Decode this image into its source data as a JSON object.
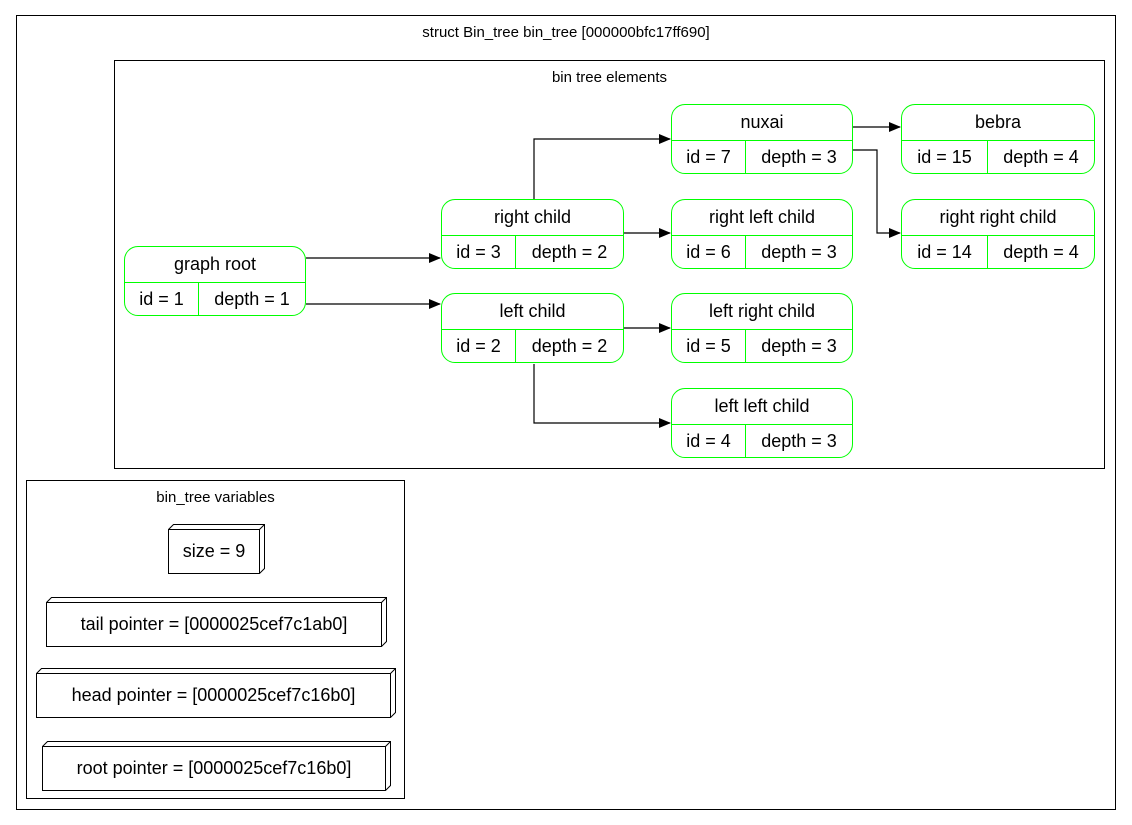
{
  "outer_title": "struct Bin_tree bin_tree [000000bfc17ff690]",
  "elements_title": "bin tree elements",
  "variables_title": "bin_tree variables",
  "nodes": {
    "root": {
      "name": "graph root",
      "id": "id = 1",
      "depth": "depth = 1"
    },
    "right": {
      "name": "right child",
      "id": "id = 3",
      "depth": "depth = 2"
    },
    "left": {
      "name": "left child",
      "id": "id = 2",
      "depth": "depth = 2"
    },
    "nuxai": {
      "name": "nuxai",
      "id": "id = 7",
      "depth": "depth = 3"
    },
    "right_left": {
      "name": "right left child",
      "id": "id = 6",
      "depth": "depth = 3"
    },
    "left_right": {
      "name": "left right child",
      "id": "id = 5",
      "depth": "depth = 3"
    },
    "left_left": {
      "name": "left left child",
      "id": "id = 4",
      "depth": "depth = 3"
    },
    "bebra": {
      "name": "bebra",
      "id": "id = 15",
      "depth": "depth = 4"
    },
    "right_right": {
      "name": "right right child",
      "id": "id = 14",
      "depth": "depth = 4"
    }
  },
  "variables": {
    "size": "size = 9",
    "tail": "tail pointer = [0000025cef7c1ab0]",
    "head": "head pointer = [0000025cef7c16b0]",
    "root": "root pointer = [0000025cef7c16b0]"
  },
  "colors": {
    "node_border": "#00ff00",
    "frame_border": "#000000",
    "edge": "#000000"
  }
}
